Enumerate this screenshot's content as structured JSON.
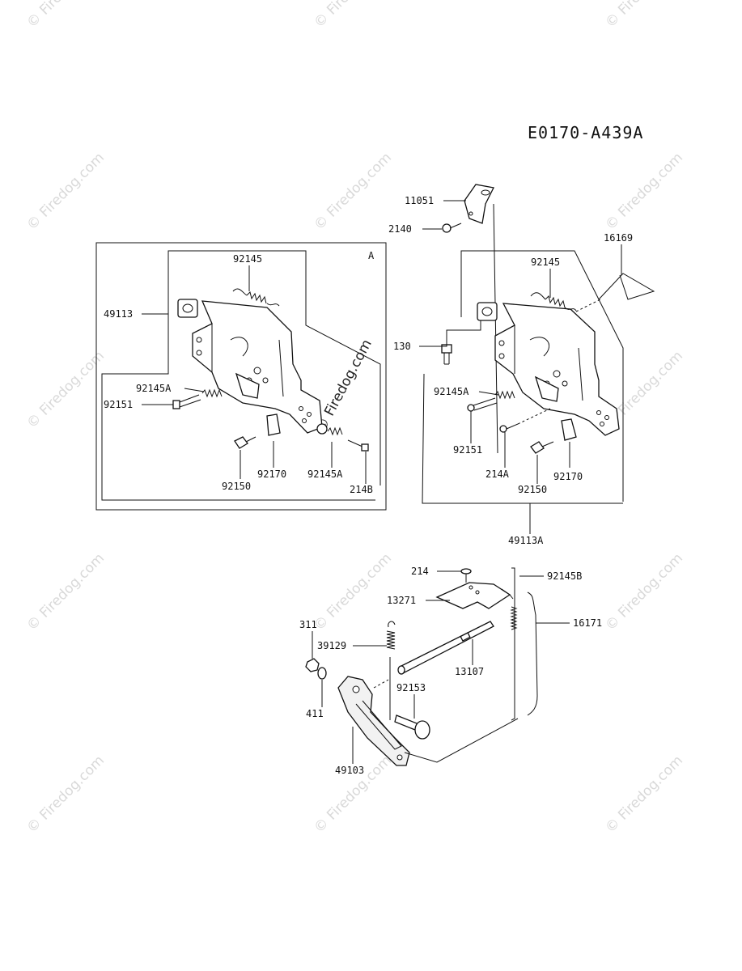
{
  "diagram_code": "E0170-A439A",
  "watermark_text": "© Firedog.com",
  "inset_label": "A",
  "part_labels": {
    "p11051": "11051",
    "p2140": "2140",
    "p16169": "16169",
    "p92145_left": "92145",
    "p92145_right": "92145",
    "p49113": "49113",
    "p130": "130",
    "p92145A_left": "92145A",
    "p92145A_right": "92145A",
    "p92145A_bottom": "92145A",
    "p92151_left": "92151",
    "p92151_right": "92151",
    "p214A": "214A",
    "p92170_left": "92170",
    "p92170_right": "92170",
    "p92150_left": "92150",
    "p92150_right": "92150",
    "p214B": "214B",
    "p49113A": "49113A",
    "p214": "214",
    "p92145B": "92145B",
    "p13271": "13271",
    "p16171": "16171",
    "p311": "311",
    "p39129": "39129",
    "p13107": "13107",
    "p92153": "92153",
    "p411": "411",
    "p49103": "49103"
  }
}
